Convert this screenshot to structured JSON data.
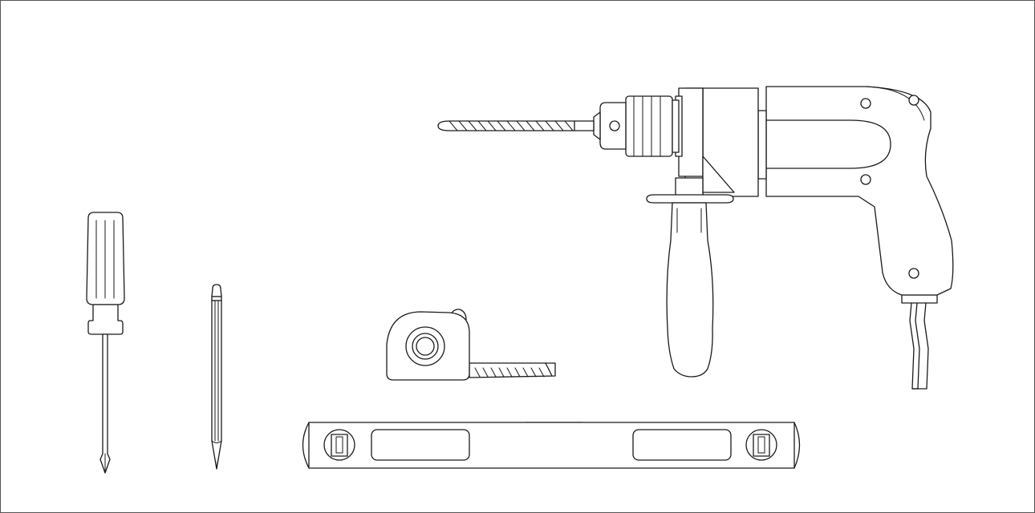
{
  "illustration": {
    "style": "black line art on white",
    "objects": [
      "screwdriver",
      "pencil",
      "tape-measure",
      "spirit-level",
      "electric-drill"
    ]
  },
  "colors": {
    "stroke": "#1a1a1a",
    "background": "#ffffff",
    "border": "#555555"
  },
  "icons": [
    "screwdriver-icon",
    "pencil-icon",
    "tape-measure-icon",
    "spirit-level-icon",
    "drill-icon"
  ]
}
